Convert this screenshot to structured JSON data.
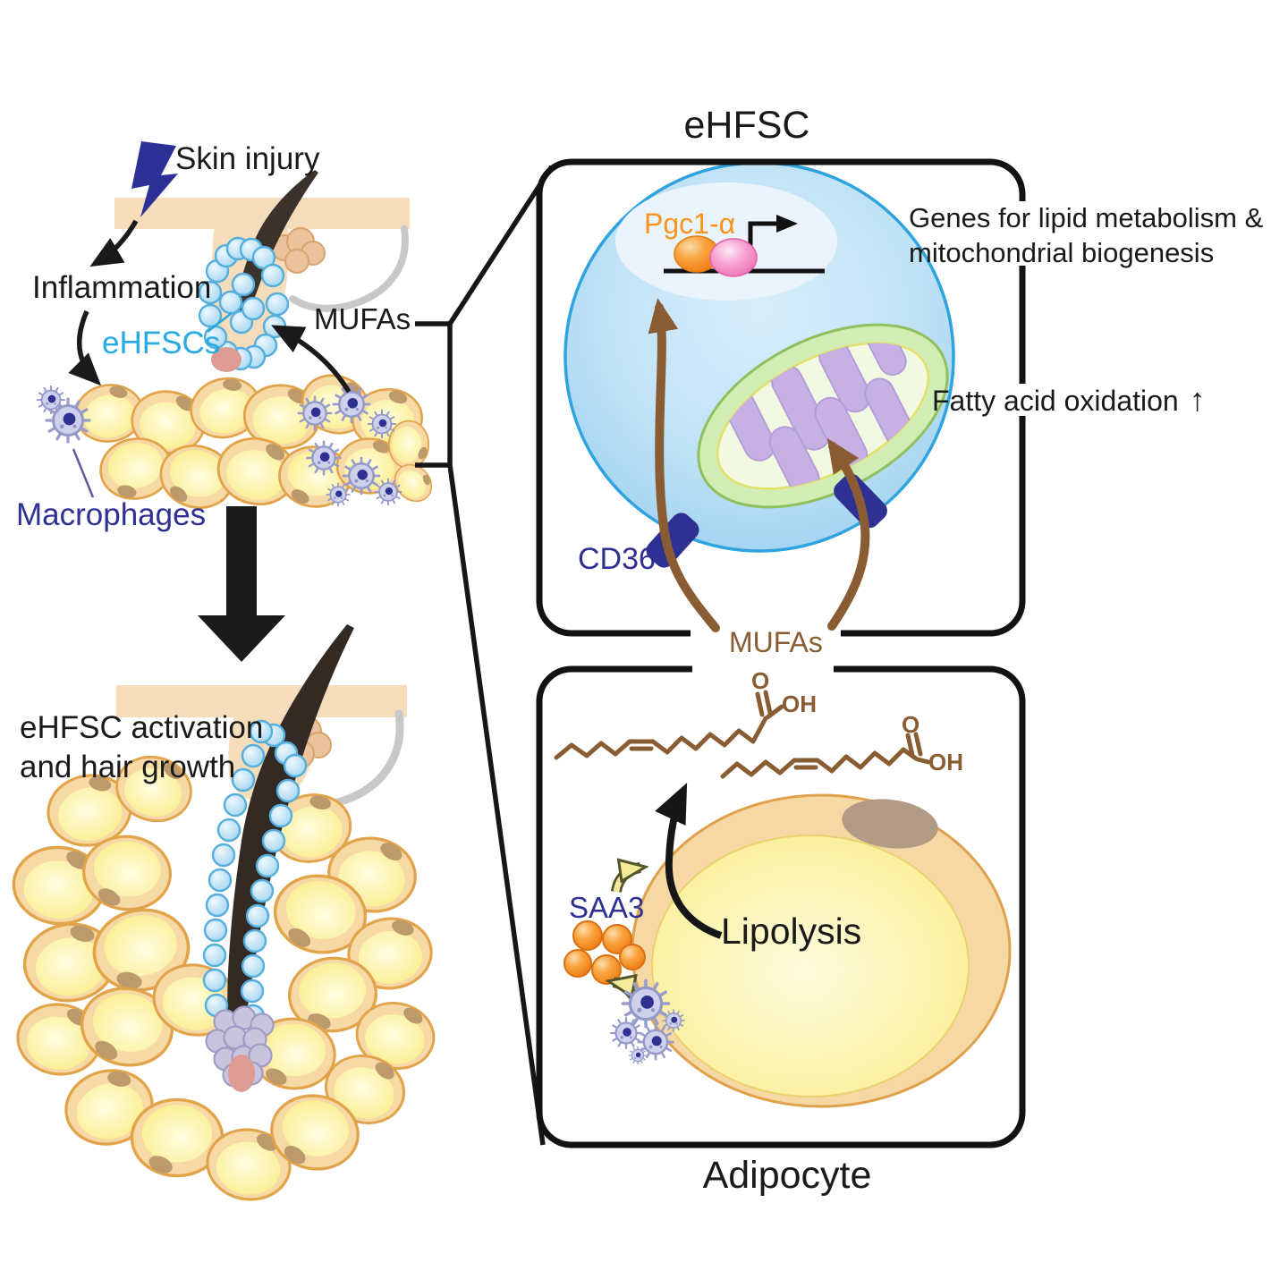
{
  "left_top": {
    "skin_injury_label": "Skin injury",
    "inflammation_label": "Inflammation",
    "ehfscs_label": "eHFSCs",
    "mufas_label": "MUFAs",
    "macrophages_label": "Macrophages"
  },
  "left_bottom": {
    "caption_line1": "eHFSC activation",
    "caption_line2": "and hair growth"
  },
  "ehfsc_panel": {
    "title": "eHFSC",
    "pgc1a_label": "Pgc1-α",
    "genes_line1": "Genes for lipid metabolism &",
    "genes_line2": "mitochondrial biogenesis",
    "fatty_acid_label": "Fatty acid oxidation",
    "fatty_acid_arrow": "↑",
    "cd36_label": "CD36"
  },
  "mufas_bridge": {
    "mufas_label": "MUFAs",
    "carboxyl_o_1": "O",
    "carboxyl_oh_1": "OH",
    "carboxyl_o_2": "O",
    "carboxyl_oh_2": "OH"
  },
  "adipocyte_panel": {
    "saa3_label": "SAA3",
    "lipolysis_label": "Lipolysis",
    "title": "Adipocyte"
  },
  "colors": {
    "navy": "#2E3192",
    "cyan": "#29ABE2",
    "orange": "#F7941D",
    "brown": "#8A5C33",
    "black": "#1A1A1A",
    "cell_blue": "#BFE2F6",
    "adipocyte_yellow": "#FBF2A6",
    "adipocyte_rim": "#F6D8A4",
    "mito_green": "#D2EDB4",
    "cristae_purple": "#C7B1E4",
    "skin_tan": "#F5DCBA",
    "papilla_pink": "#DE9B93",
    "macrophage_lavender": "#CFD1EC"
  }
}
